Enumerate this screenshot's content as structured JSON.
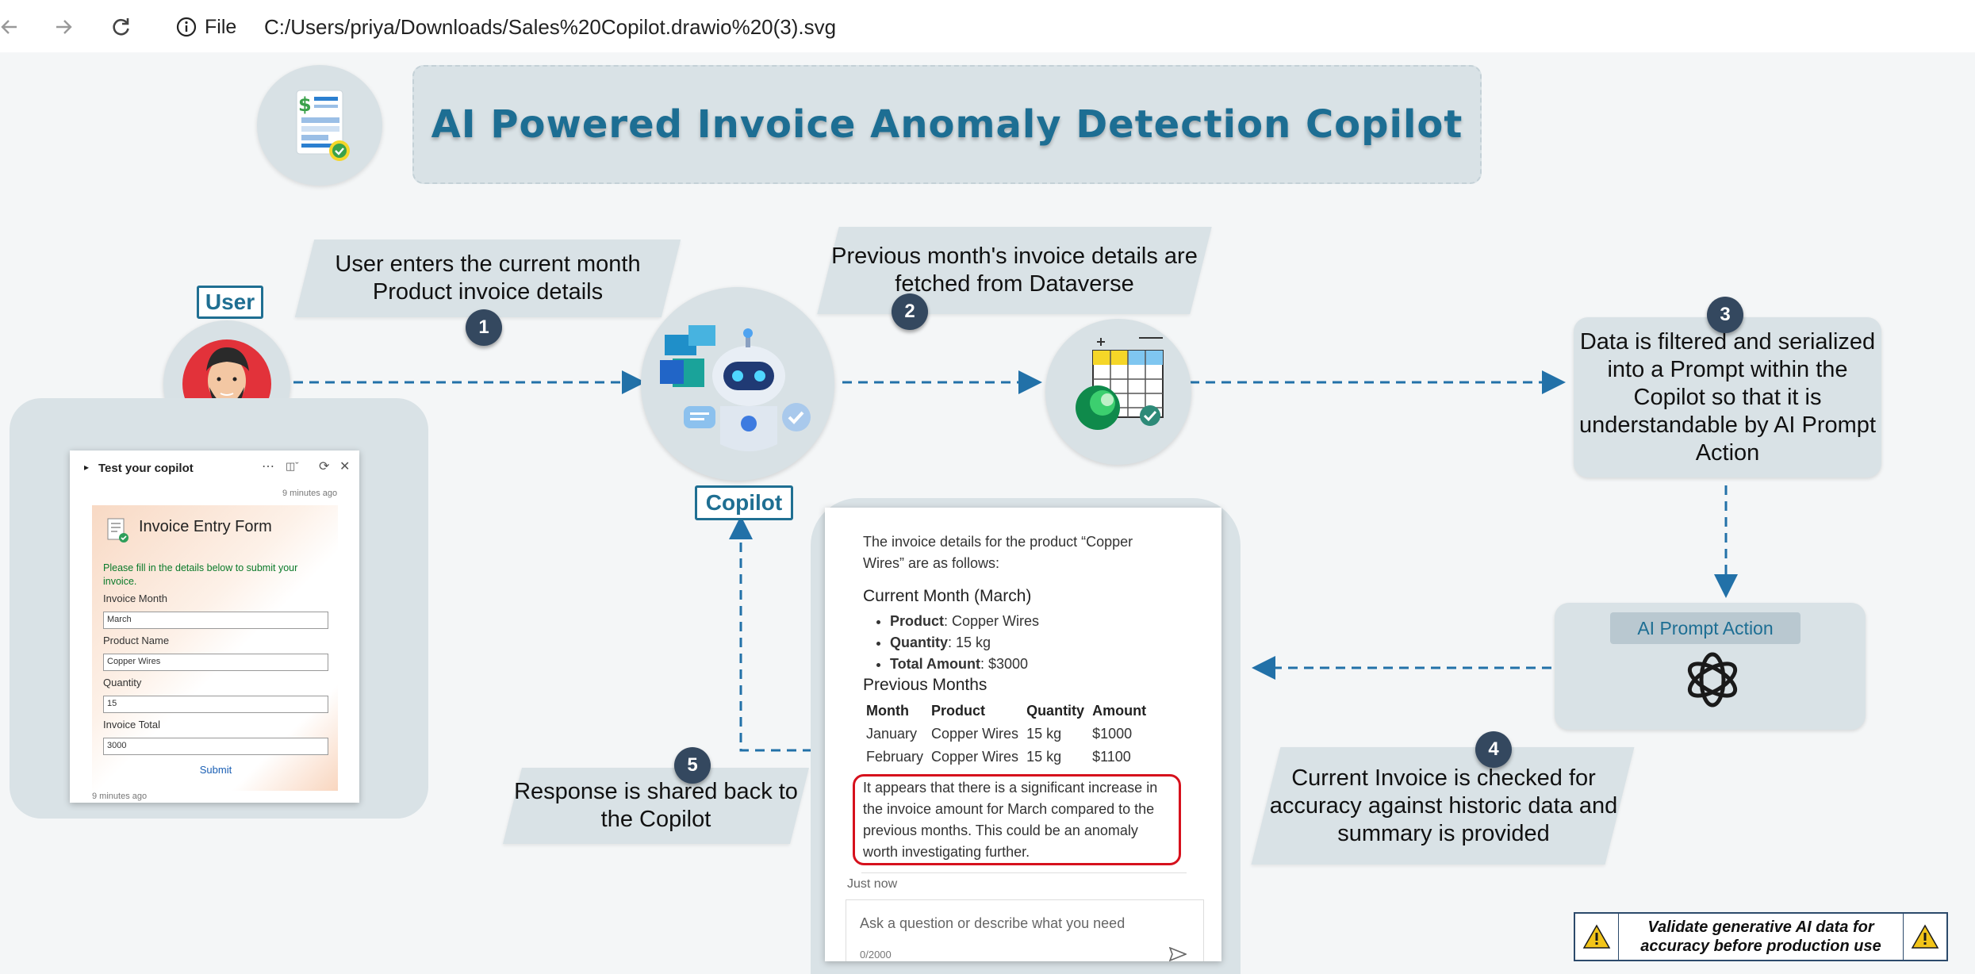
{
  "browser": {
    "file_label": "File",
    "url": "C:/Users/priya/Downloads/Sales%20Copilot.drawio%20(3).svg"
  },
  "title": "AI Powered Invoice Anomaly Detection Copilot",
  "labels": {
    "user": "User",
    "copilot": "Copilot"
  },
  "steps": [
    {
      "number": "1",
      "text": "User enters the current month Product invoice details"
    },
    {
      "number": "2",
      "text": "Previous month's invoice details are fetched from Dataverse"
    },
    {
      "number": "3",
      "text": "Data is filtered and serialized into a Prompt within the Copilot so that it is understandable by AI Prompt Action"
    },
    {
      "number": "4",
      "text": "Current Invoice is checked for accuracy against historic data and summary is provided"
    },
    {
      "number": "5",
      "text": "Response is shared back to the Copilot"
    }
  ],
  "test_panel": {
    "title": "Test your copilot",
    "timestamp_top": "9 minutes ago",
    "form_title": "Invoice Entry Form",
    "instructions": "Please fill in the details below to submit your invoice.",
    "fields": [
      {
        "label": "Invoice Month",
        "value": "March"
      },
      {
        "label": "Product Name",
        "value": "Copper Wires"
      },
      {
        "label": "Quantity",
        "value": "15"
      },
      {
        "label": "Invoice Total",
        "value": "3000"
      }
    ],
    "submit": "Submit",
    "timestamp_bottom": "9 minutes ago"
  },
  "chat": {
    "intro": "The invoice details for the product “Copper Wires” are as follows:",
    "current_heading": "Current Month (March)",
    "current_items": [
      {
        "key": "Product",
        "value": ": Copper Wires"
      },
      {
        "key": "Quantity",
        "value": ": 15 kg"
      },
      {
        "key": "Total Amount",
        "value": ": $3000"
      }
    ],
    "previous_heading": "Previous Months",
    "table_headers": [
      "Month",
      "Product",
      "Quantity",
      "Amount"
    ],
    "table_rows": [
      [
        "January",
        "Copper Wires",
        "15 kg",
        "$1000"
      ],
      [
        "February",
        "Copper Wires",
        "15 kg",
        "$1100"
      ]
    ],
    "summary": "It appears that there is a significant increase in the invoice amount for March compared to the previous months. This could be an anomaly worth investigating further.",
    "timestamp": "Just now",
    "input_placeholder": "Ask a question or describe what you need",
    "char_count": "0/2000"
  },
  "ai_action_label": "AI Prompt Action",
  "warning": "Validate generative AI data for accuracy before production use",
  "colors": {
    "accent": "#1d6e93",
    "panel": "#d9e2e6",
    "step_badge": "#34485f",
    "connector": "#2271a8",
    "highlight": "#d6111d"
  }
}
